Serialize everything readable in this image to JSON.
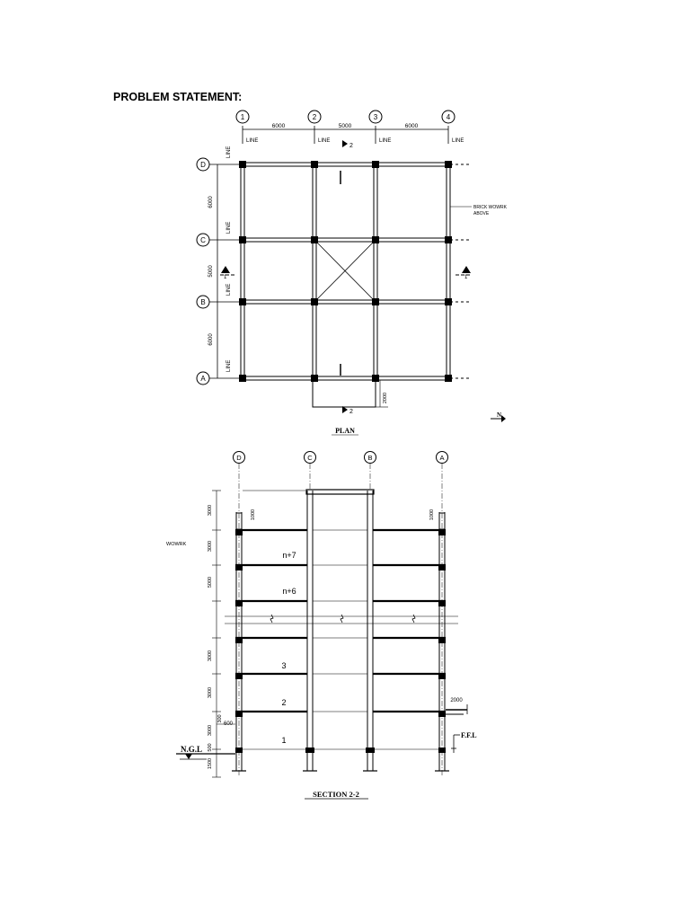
{
  "heading": "PROBLEM STATEMENT:",
  "plan": {
    "title": "PLAN",
    "gridlines_x": [
      "1",
      "2",
      "3",
      "4"
    ],
    "gridlines_y": [
      "D",
      "C",
      "B",
      "A"
    ],
    "spans_x": [
      "6000",
      "5000",
      "6000"
    ],
    "spans_y": [
      "6000",
      "5000",
      "6000"
    ],
    "cline_label": "LINE",
    "brick_note_line1": "BRICK WOWRK",
    "brick_note_line2": "ABOVE",
    "section_mark": "2",
    "section_mark_1": "1",
    "landing_dim": "2000",
    "north_label": "N"
  },
  "section": {
    "title": "SECTION 2-2",
    "gridlines": [
      "D",
      "C",
      "B",
      "A"
    ],
    "floor_labels": [
      "n+7",
      "n+6",
      "3",
      "2",
      "1"
    ],
    "left_dims": [
      "3000",
      "3000",
      "5000",
      "3000",
      "3000",
      "300",
      "3000",
      "500",
      "1500"
    ],
    "parapet_dim": "1000",
    "side_note": "WOWRK",
    "cantilever_dim": "2000",
    "small_dim": "600",
    "ngl_label": "N.G.L",
    "ffl_label": "F.F.L"
  }
}
